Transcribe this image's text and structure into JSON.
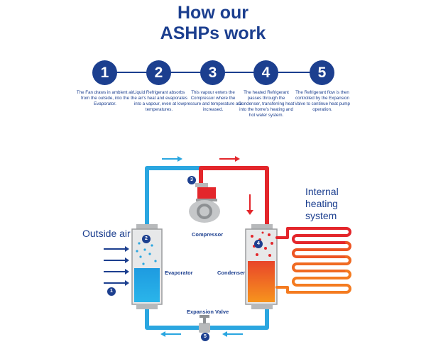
{
  "title": {
    "line1": "How our",
    "line2": "ASHPs work"
  },
  "steps": [
    {
      "number": "1",
      "text": "The Fan draws in ambient air from the outside, into the Evaporator."
    },
    {
      "number": "2",
      "text": "Liquid Refrigerant absorbs the air's heat and evaporates into a vapour, even at low temperatures."
    },
    {
      "number": "3",
      "text": "This vapour enters the Compressor where the pressure and temperature are increased."
    },
    {
      "number": "4",
      "text": "The heated Refrigerant passes through the Condenser, transferring heat into the home's heating and hot water system."
    },
    {
      "number": "5",
      "text": "The Refrigerant flow is then controlled by the Expansion Valve to continue heat pump operation."
    }
  ],
  "diagram": {
    "outside_air": "Outside air",
    "evaporator": "Evaporator",
    "compressor": "Compressor",
    "condenser": "Condenser",
    "expansion_valve": "Expansion Valve",
    "internal_heating": [
      "Internal",
      "heating",
      "system"
    ],
    "badges": [
      "1",
      "2",
      "3",
      "4",
      "5"
    ]
  },
  "colors": {
    "navy": "#1c3f8f",
    "cold_pipe": "#2aa6e0",
    "hot_pipe": "#e3262b",
    "warm_orange": "#f47b20"
  }
}
